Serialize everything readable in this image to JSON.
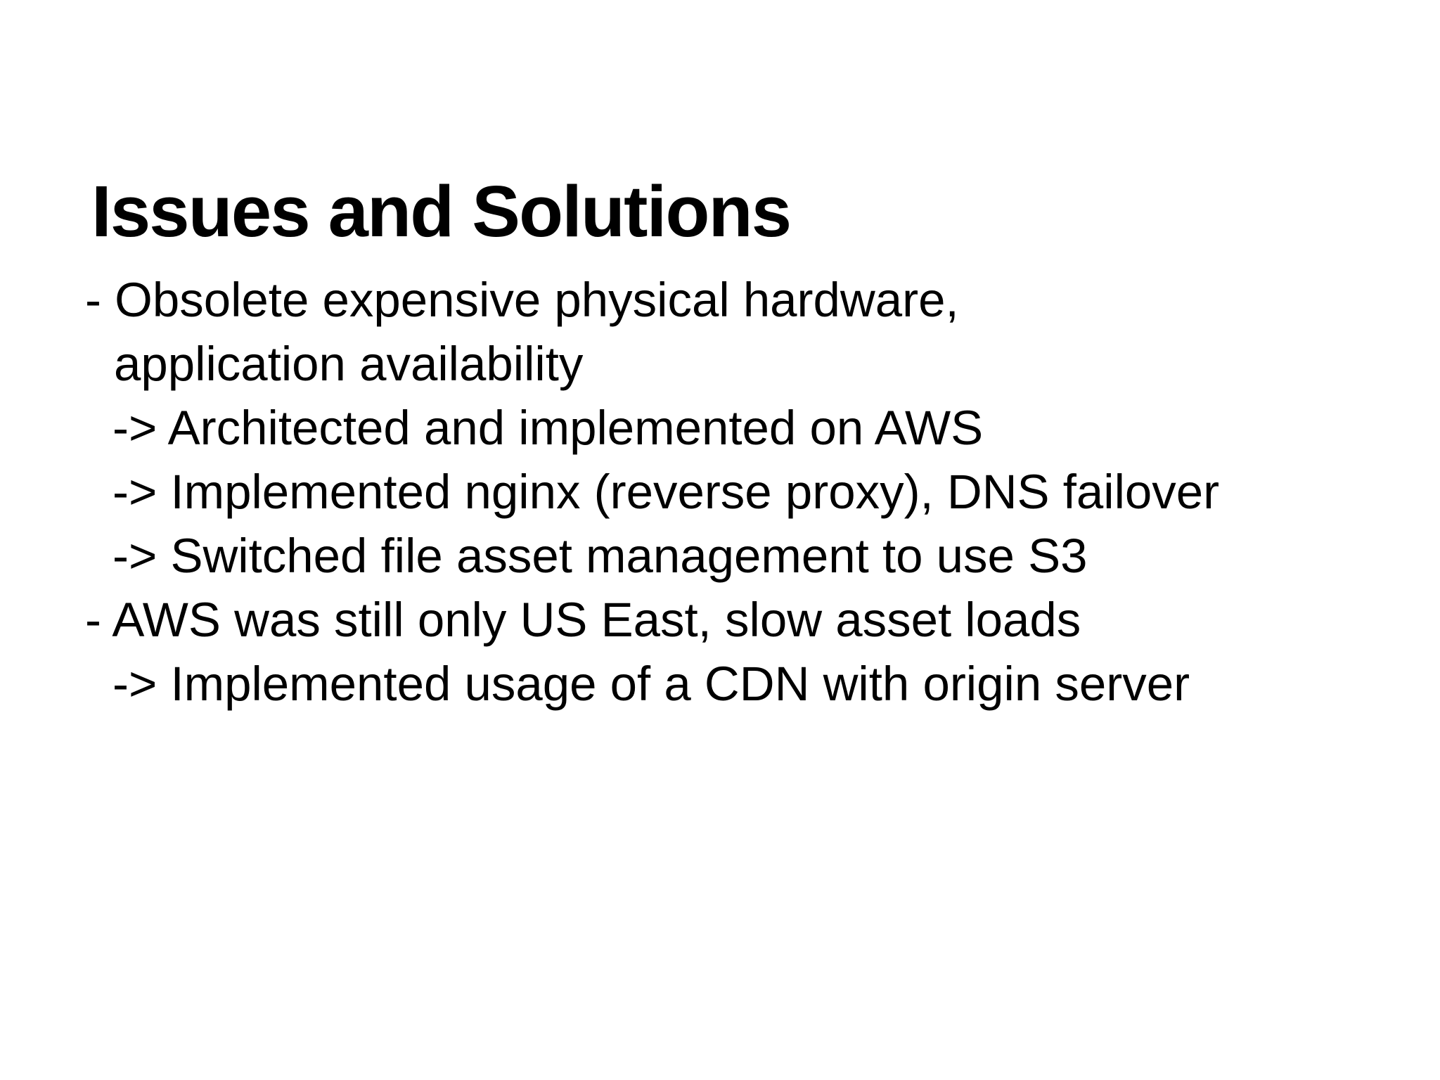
{
  "slide": {
    "title": "Issues and Solutions",
    "lines": [
      {
        "level": "bullet",
        "text": "- Obsolete expensive physical hardware,"
      },
      {
        "level": "continuation",
        "text": "application availability"
      },
      {
        "level": "arrow",
        "text": "-> Architected and implemented on AWS"
      },
      {
        "level": "arrow",
        "text": "-> Implemented nginx (reverse proxy), DNS failover"
      },
      {
        "level": "arrow",
        "text": "-> Switched file asset management to use S3"
      },
      {
        "level": "bullet",
        "text": "- AWS was still only US East, slow asset loads"
      },
      {
        "level": "arrow",
        "text": "-> Implemented usage of a CDN with origin server"
      }
    ],
    "colors": {
      "background": "#ffffff",
      "text": "#000000"
    }
  }
}
